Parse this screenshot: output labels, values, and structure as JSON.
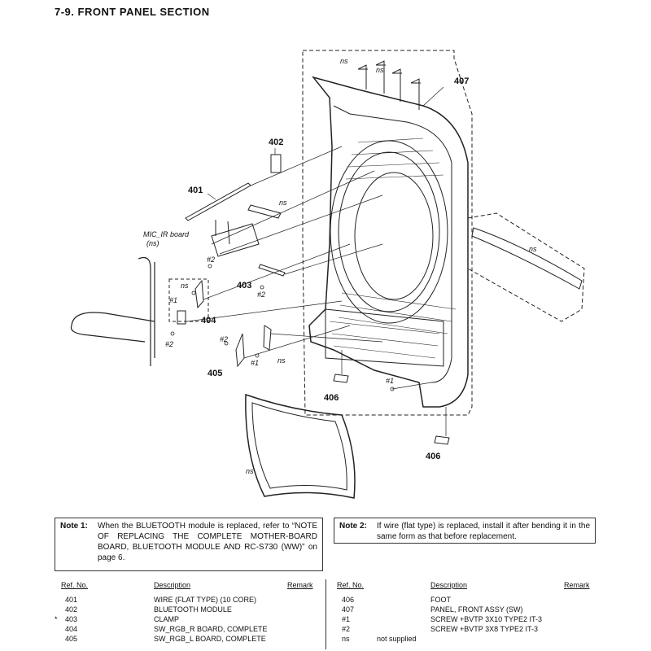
{
  "section_title": "7-9.   FRONT PANEL SECTION",
  "callouts": {
    "c401": "401",
    "c402": "402",
    "c403": "403",
    "c404": "404",
    "c405": "405",
    "c406a": "406",
    "c406b": "406",
    "c407": "407",
    "mic_board_line1": "MIC_IR board",
    "mic_board_line2": "(ns)",
    "ns": "ns",
    "s1": "#1",
    "s2": "#2"
  },
  "note1": {
    "label": "Note 1:",
    "text": "When the BLUETOOTH module is replaced, refer to “NOTE OF REPLACING THE COMPLETE MOTHER-BOARD BOARD, BLUETOOTH MODULE AND RC-S730 (WW)” on page 6."
  },
  "note2": {
    "label": "Note 2:",
    "text": "If wire (flat type) is replaced, install it after bending it in the same form as that before replacement."
  },
  "parts_headers": {
    "ref": "Ref. No.",
    "desc": "Description",
    "remark": "Remark"
  },
  "parts_left": [
    {
      "mark": "",
      "ref": "401",
      "desc": "WIRE (FLAT TYPE) (10 CORE)"
    },
    {
      "mark": "",
      "ref": "402",
      "desc": "BLUETOOTH MODULE"
    },
    {
      "mark": "*",
      "ref": "403",
      "desc": "CLAMP"
    },
    {
      "mark": "",
      "ref": "404",
      "desc": "SW_RGB_R BOARD, COMPLETE"
    },
    {
      "mark": "",
      "ref": "405",
      "desc": "SW_RGB_L BOARD, COMPLETE"
    }
  ],
  "parts_right": [
    {
      "ref": "406",
      "desc": "FOOT"
    },
    {
      "ref": "407",
      "desc": "PANEL, FRONT ASSY (SW)"
    },
    {
      "ref": "#1",
      "desc": "SCREW +BVTP 3X10 TYPE2 IT-3"
    },
    {
      "ref": "#2",
      "desc": "SCREW +BVTP 3X8 TYPE2 IT-3"
    },
    {
      "ref": "ns",
      "desc": "not supplied"
    }
  ]
}
